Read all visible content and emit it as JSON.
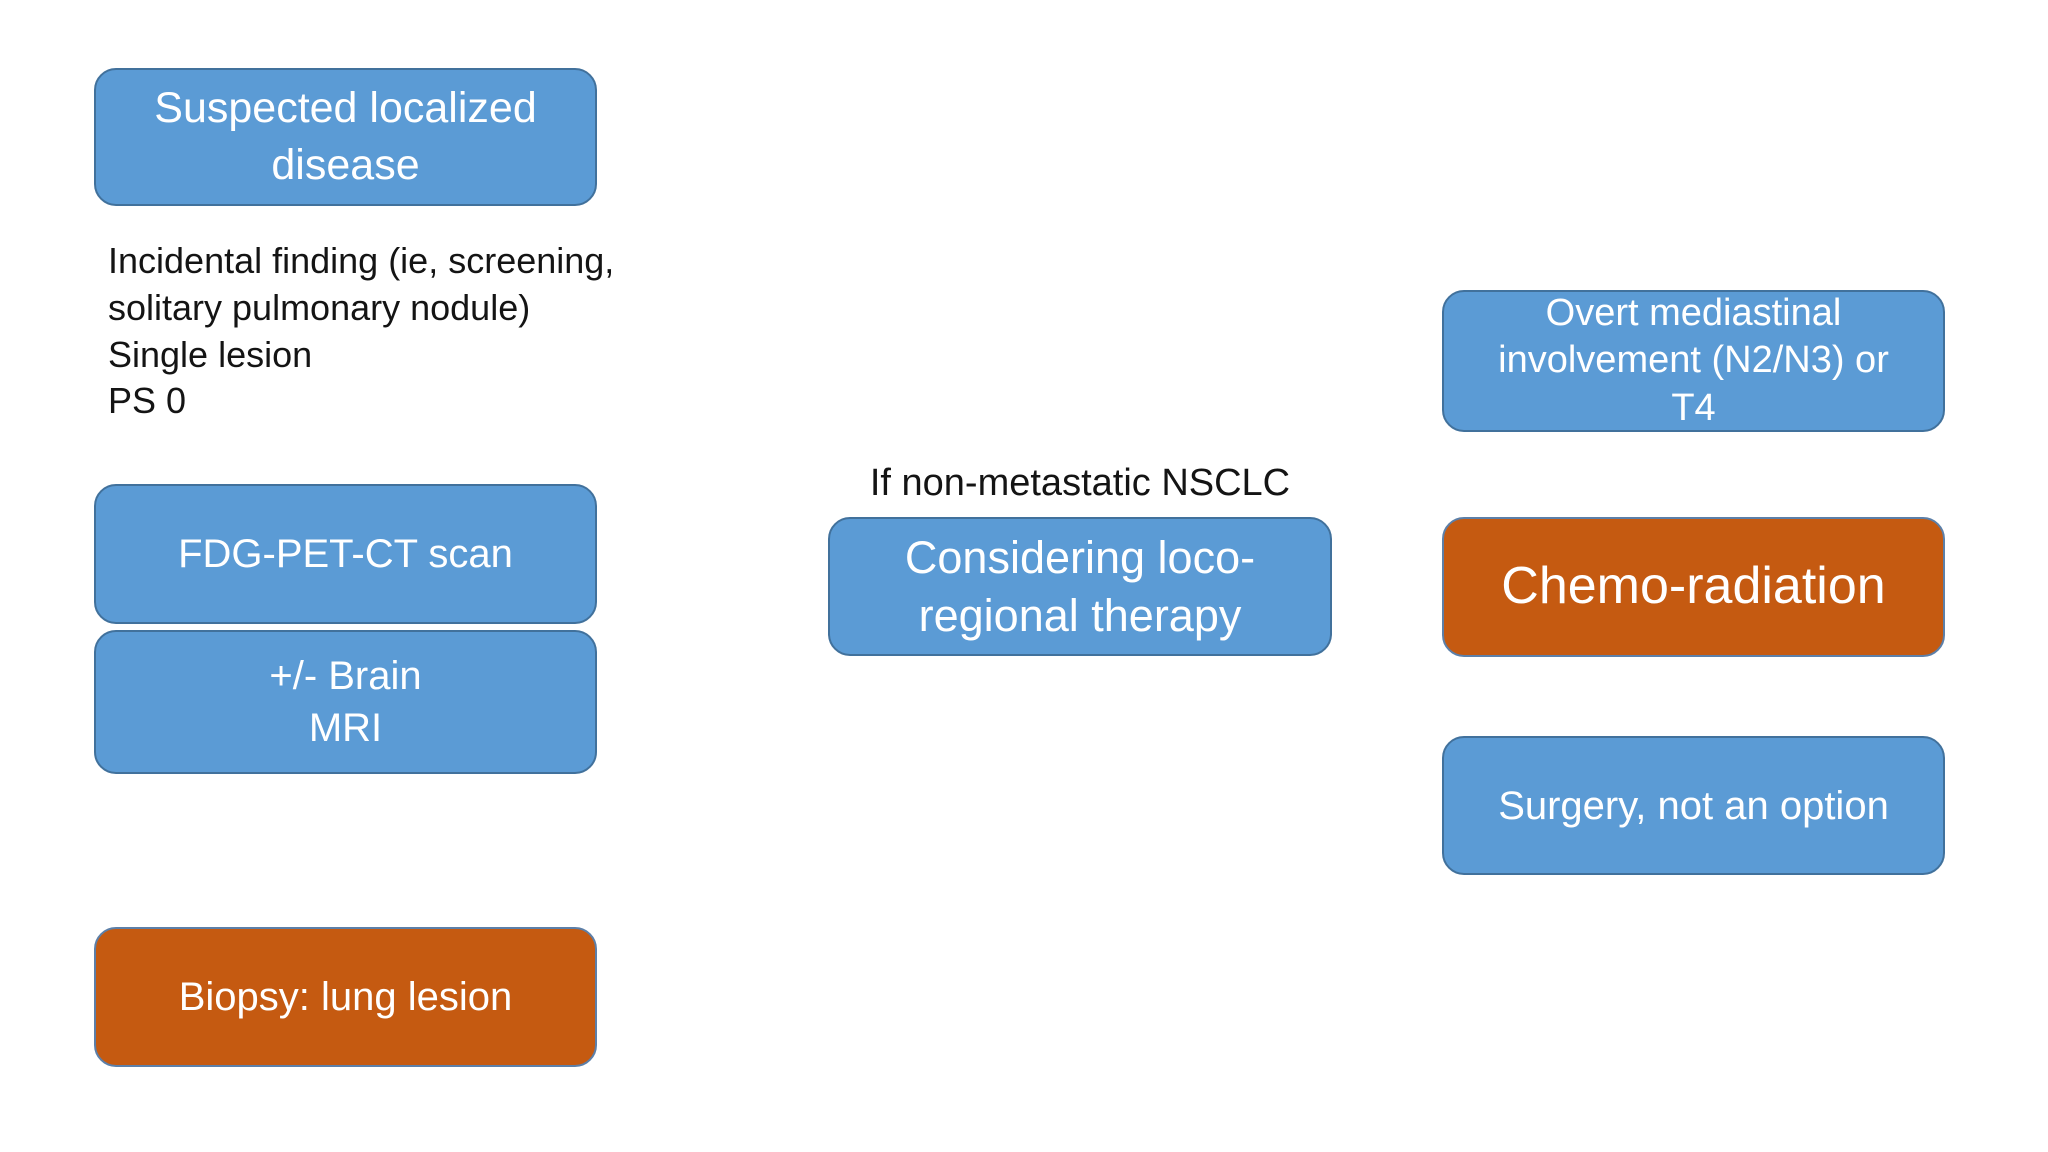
{
  "diagram": {
    "title": "NSCLC localized disease workup flowchart",
    "colors": {
      "blue_fill": "#5B9BD5",
      "blue_border": "#41719C",
      "orange_fill": "#C55A11",
      "orange_border": "#5C7FA8",
      "box_text": "#FFFFFF",
      "free_text": "#141414",
      "background": "#FFFFFF"
    },
    "left_column": {
      "suspected_box": {
        "label": "Suspected localized\ndisease",
        "style": "blue"
      },
      "criteria_text": "Incidental finding (ie, screening,\nsolitary pulmonary nodule)\nSingle lesion\nPS 0",
      "fdg_box": {
        "label": "FDG-PET-CT scan",
        "style": "blue"
      },
      "mri_box": {
        "label": "+/- Brain\nMRI",
        "style": "blue"
      },
      "biopsy_box": {
        "label": "Biopsy: lung lesion",
        "style": "orange"
      }
    },
    "middle_column": {
      "condition_text": "If non-metastatic NSCLC",
      "considering_box": {
        "label": "Considering loco-\nregional therapy",
        "style": "blue"
      }
    },
    "right_column": {
      "overt_box": {
        "label": "Overt mediastinal\ninvolvement (N2/N3) or\nT4",
        "style": "blue"
      },
      "chemo_box": {
        "label": "Chemo-radiation",
        "style": "orange"
      },
      "surgery_box": {
        "label": "Surgery, not an option",
        "style": "blue"
      }
    }
  }
}
